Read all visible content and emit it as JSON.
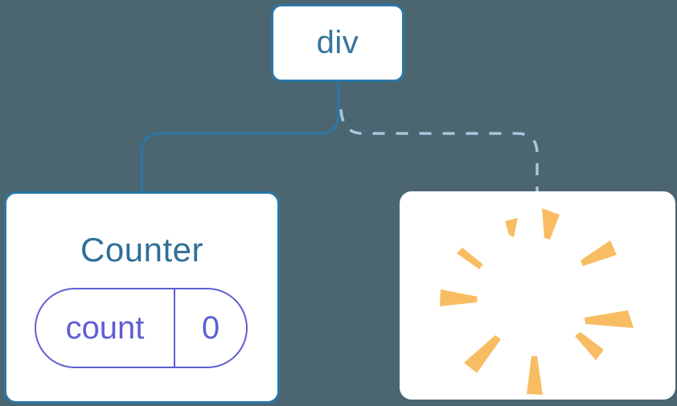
{
  "diagram": {
    "description": "component-tree-diagram",
    "root": {
      "label": "div"
    },
    "children": [
      {
        "title": "Counter",
        "connector": "solid",
        "state": {
          "key": "count",
          "value": "0"
        }
      },
      {
        "title": "",
        "connector": "dashed",
        "icon": "poof-icon"
      }
    ]
  },
  "colors": {
    "background": "#4b6670",
    "node_fill": "#ffffff",
    "node_border": "#2b77a8",
    "solid_connector": "#2b77a8",
    "dashed_connector": "#a6c7de",
    "root_label_text": "#35749e",
    "counter_title_text": "#2e6f98",
    "state_pill": "#5e5fd3",
    "poof_orange": "#f8bd63"
  }
}
